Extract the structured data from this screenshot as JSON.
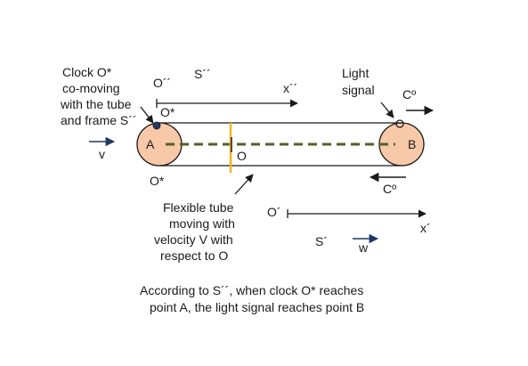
{
  "labels": {
    "clock_note": [
      "Clock O*",
      "co-moving",
      "with the tube",
      "and frame S´´"
    ],
    "frame_s2_origin": "O´´",
    "frame_s2_name": "S´´",
    "axis_x2": "x´´",
    "light_note": [
      "Light",
      "signal"
    ],
    "c_top": "Cº",
    "c_bottom": "Cº",
    "clock_top": "O*",
    "clock_bottom": "O*",
    "velocity_left": "v",
    "point_a": "A",
    "point_b": "B",
    "point_o": "O",
    "tube_note": [
      "Flexible tube",
      "moving with",
      "velocity V with",
      "respect  to O"
    ],
    "frame_s1_origin": "O´",
    "axis_x1": "x´",
    "frame_s1_name": "S´",
    "velocity_w": "w",
    "caption": [
      "According to S´´, when clock O* reaches",
      "point A,  the light signal reaches point B"
    ]
  },
  "colors": {
    "ends_fill": "#f8c9a8",
    "dash_line": "#4f6228",
    "marker_line": "#f2b51c",
    "arrow_blue": "#1f3864",
    "clock_dot": "#1f3864",
    "ink": "#1a1a1a"
  }
}
